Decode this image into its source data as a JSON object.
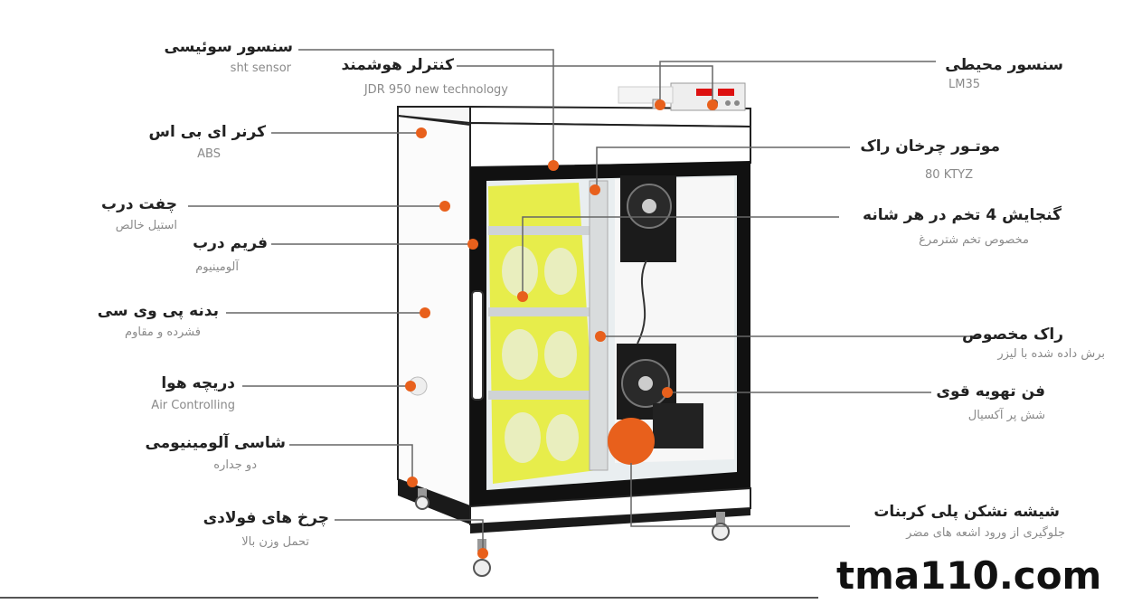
{
  "website": "tma110.com",
  "colors": {
    "accent": "#e8601c",
    "rack": "#e6ec2e",
    "line": "#666666"
  },
  "labels_left": [
    {
      "title": "سنسور سوئیسی",
      "sub": "sht sensor"
    },
    {
      "title": "کنترلر هوشمند",
      "sub": "JDR 950 new technology"
    },
    {
      "title": "کرنر ای بی اس",
      "sub": "ABS"
    },
    {
      "title": "چفت درب",
      "sub": "استیل خالص"
    },
    {
      "title": "فریم درب",
      "sub": "آلومینیوم"
    },
    {
      "title": "بدنه پی وی سی",
      "sub": "فشرده و مقاوم"
    },
    {
      "title": "دریچه هوا",
      "sub": "Air Controlling"
    },
    {
      "title": "شاسی آلومینیومی",
      "sub": "دو جداره"
    },
    {
      "title": "چرخ های فولادی",
      "sub": "تحمل وزن بالا"
    }
  ],
  "labels_right": [
    {
      "title": "سنسور محیطی",
      "sub": "LM35"
    },
    {
      "title": "موتـور چرخان راک",
      "sub": "80 KTYZ"
    },
    {
      "title": "گنجایش 4 تخم در هر شانه",
      "sub": "مخصوص تخم شترمرغ"
    },
    {
      "title": "راک مخصوص",
      "sub": "برش داده شده با لیزر"
    },
    {
      "title": "فن تهویه قوی",
      "sub": "شش پر آکسیال"
    },
    {
      "title": "شیشه نشکن پلی کربنات",
      "sub": "جلوگیری از ورود اشعه های مضر"
    }
  ]
}
